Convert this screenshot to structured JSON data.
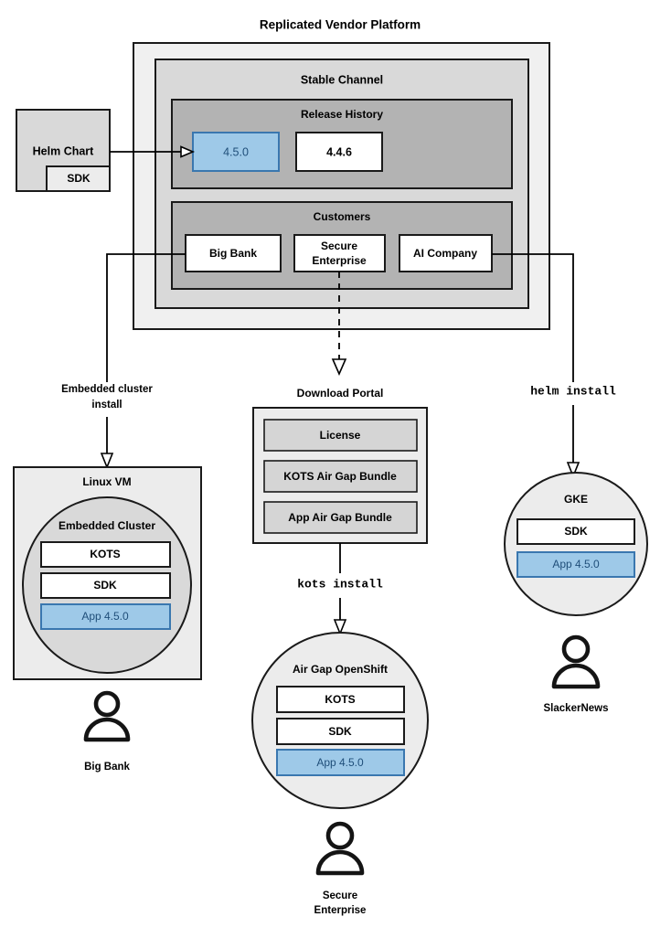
{
  "diagram": {
    "title": "Replicated Vendor Platform",
    "type": "architecture-flow",
    "accent_blue_fill": "#9ec9e8",
    "accent_blue_stroke": "#3a77af",
    "accent_blue_text": "#1F4E79"
  },
  "helm_chart": {
    "label": "Helm Chart",
    "sdk_label": "SDK"
  },
  "platform": {
    "title": "Replicated Vendor Platform",
    "channel": {
      "title": "Stable Channel",
      "release_history": {
        "title": "Release History",
        "releases": [
          {
            "version": "4.5.0",
            "highlighted": true
          },
          {
            "version": "4.4.6",
            "highlighted": false
          }
        ]
      },
      "customers": {
        "title": "Customers",
        "items": [
          {
            "name": "Big Bank"
          },
          {
            "name": "Secure Enterprise"
          },
          {
            "name": "AI Company"
          }
        ]
      }
    }
  },
  "download_portal": {
    "title": "Download Portal",
    "artifacts": [
      {
        "label": "License"
      },
      {
        "label": "KOTS Air Gap Bundle"
      },
      {
        "label": "App Air Gap Bundle"
      }
    ]
  },
  "flows": {
    "embedded_cluster_install": "Embedded cluster\ninstall",
    "embedded_cluster_install_line1": "Embedded cluster",
    "embedded_cluster_install_line2": "install",
    "kots_install": "kots install",
    "helm_install": "helm install"
  },
  "targets": [
    {
      "id": "linux-vm",
      "title": "Linux VM",
      "shape": "rect",
      "inner": {
        "title": "Embedded Cluster",
        "shape": "circle",
        "components": [
          {
            "label": "KOTS",
            "highlighted": false
          },
          {
            "label": "SDK",
            "highlighted": false
          },
          {
            "label": "App 4.5.0",
            "highlighted": true
          }
        ]
      },
      "actor": "Big Bank"
    },
    {
      "id": "air-gap-openshift",
      "title": "Air Gap OpenShift",
      "shape": "circle",
      "components": [
        {
          "label": "KOTS",
          "highlighted": false
        },
        {
          "label": "SDK",
          "highlighted": false
        },
        {
          "label": "App 4.5.0",
          "highlighted": true
        }
      ],
      "actor_line1": "Secure",
      "actor_line2": "Enterprise"
    },
    {
      "id": "gke",
      "title": "GKE",
      "shape": "circle",
      "components": [
        {
          "label": "SDK",
          "highlighted": false
        },
        {
          "label": "App 4.5.0",
          "highlighted": true
        }
      ],
      "actor": "SlackerNews"
    }
  ],
  "actors": {
    "big_bank": "Big Bank",
    "secure_enterprise_line1": "Secure",
    "secure_enterprise_line2": "Enterprise",
    "slackernews": "SlackerNews"
  }
}
